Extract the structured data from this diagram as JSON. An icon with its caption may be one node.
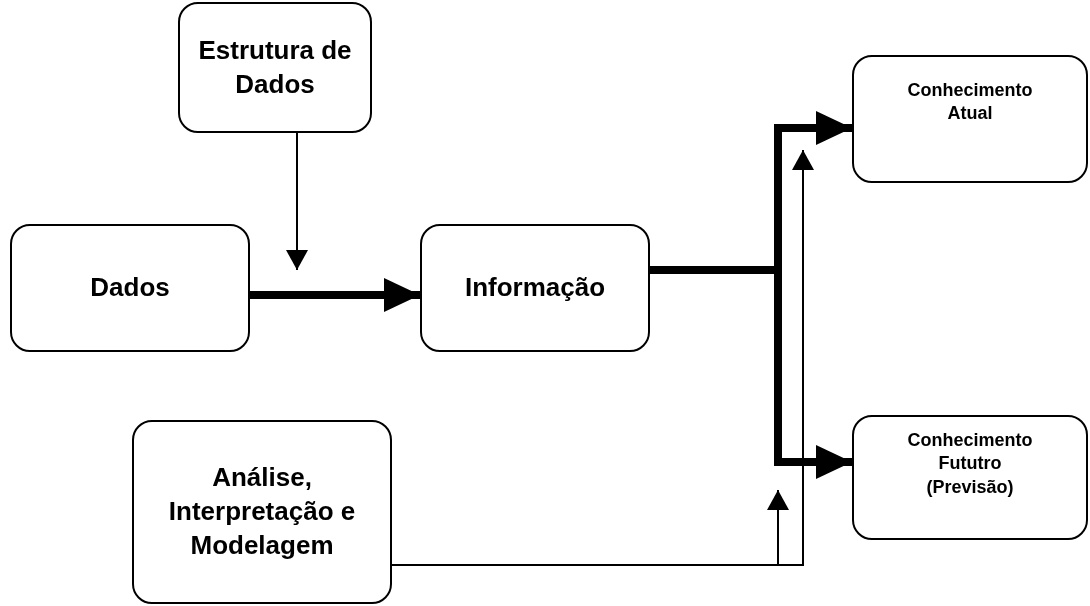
{
  "diagram": {
    "nodes": [
      {
        "text": [
          "Estrutura de Dados"
        ]
      },
      {
        "text": [
          "Dados"
        ]
      },
      {
        "text": [
          "Informação"
        ]
      },
      {
        "text": [
          "Conhecimento Atual"
        ]
      },
      {
        "text": [
          "Conhecimento Fututro (Previsão)"
        ]
      },
      {
        "text": [
          "Análise, Interpretação e Modelagem"
        ]
      }
    ],
    "edges": [
      {
        "from": 0,
        "to": null,
        "arrow": "to"
      },
      {
        "from": 1,
        "to": 2,
        "arrow": "to",
        "style": "thick"
      },
      {
        "from": 2,
        "to": 3,
        "arrow": "to",
        "style": "thick"
      },
      {
        "from": 2,
        "to": 4,
        "arrow": "to",
        "style": "thick"
      },
      {
        "from": 5,
        "to": null,
        "arrow": "to"
      },
      {
        "from": 5,
        "to": null,
        "arrow": "to"
      }
    ]
  }
}
